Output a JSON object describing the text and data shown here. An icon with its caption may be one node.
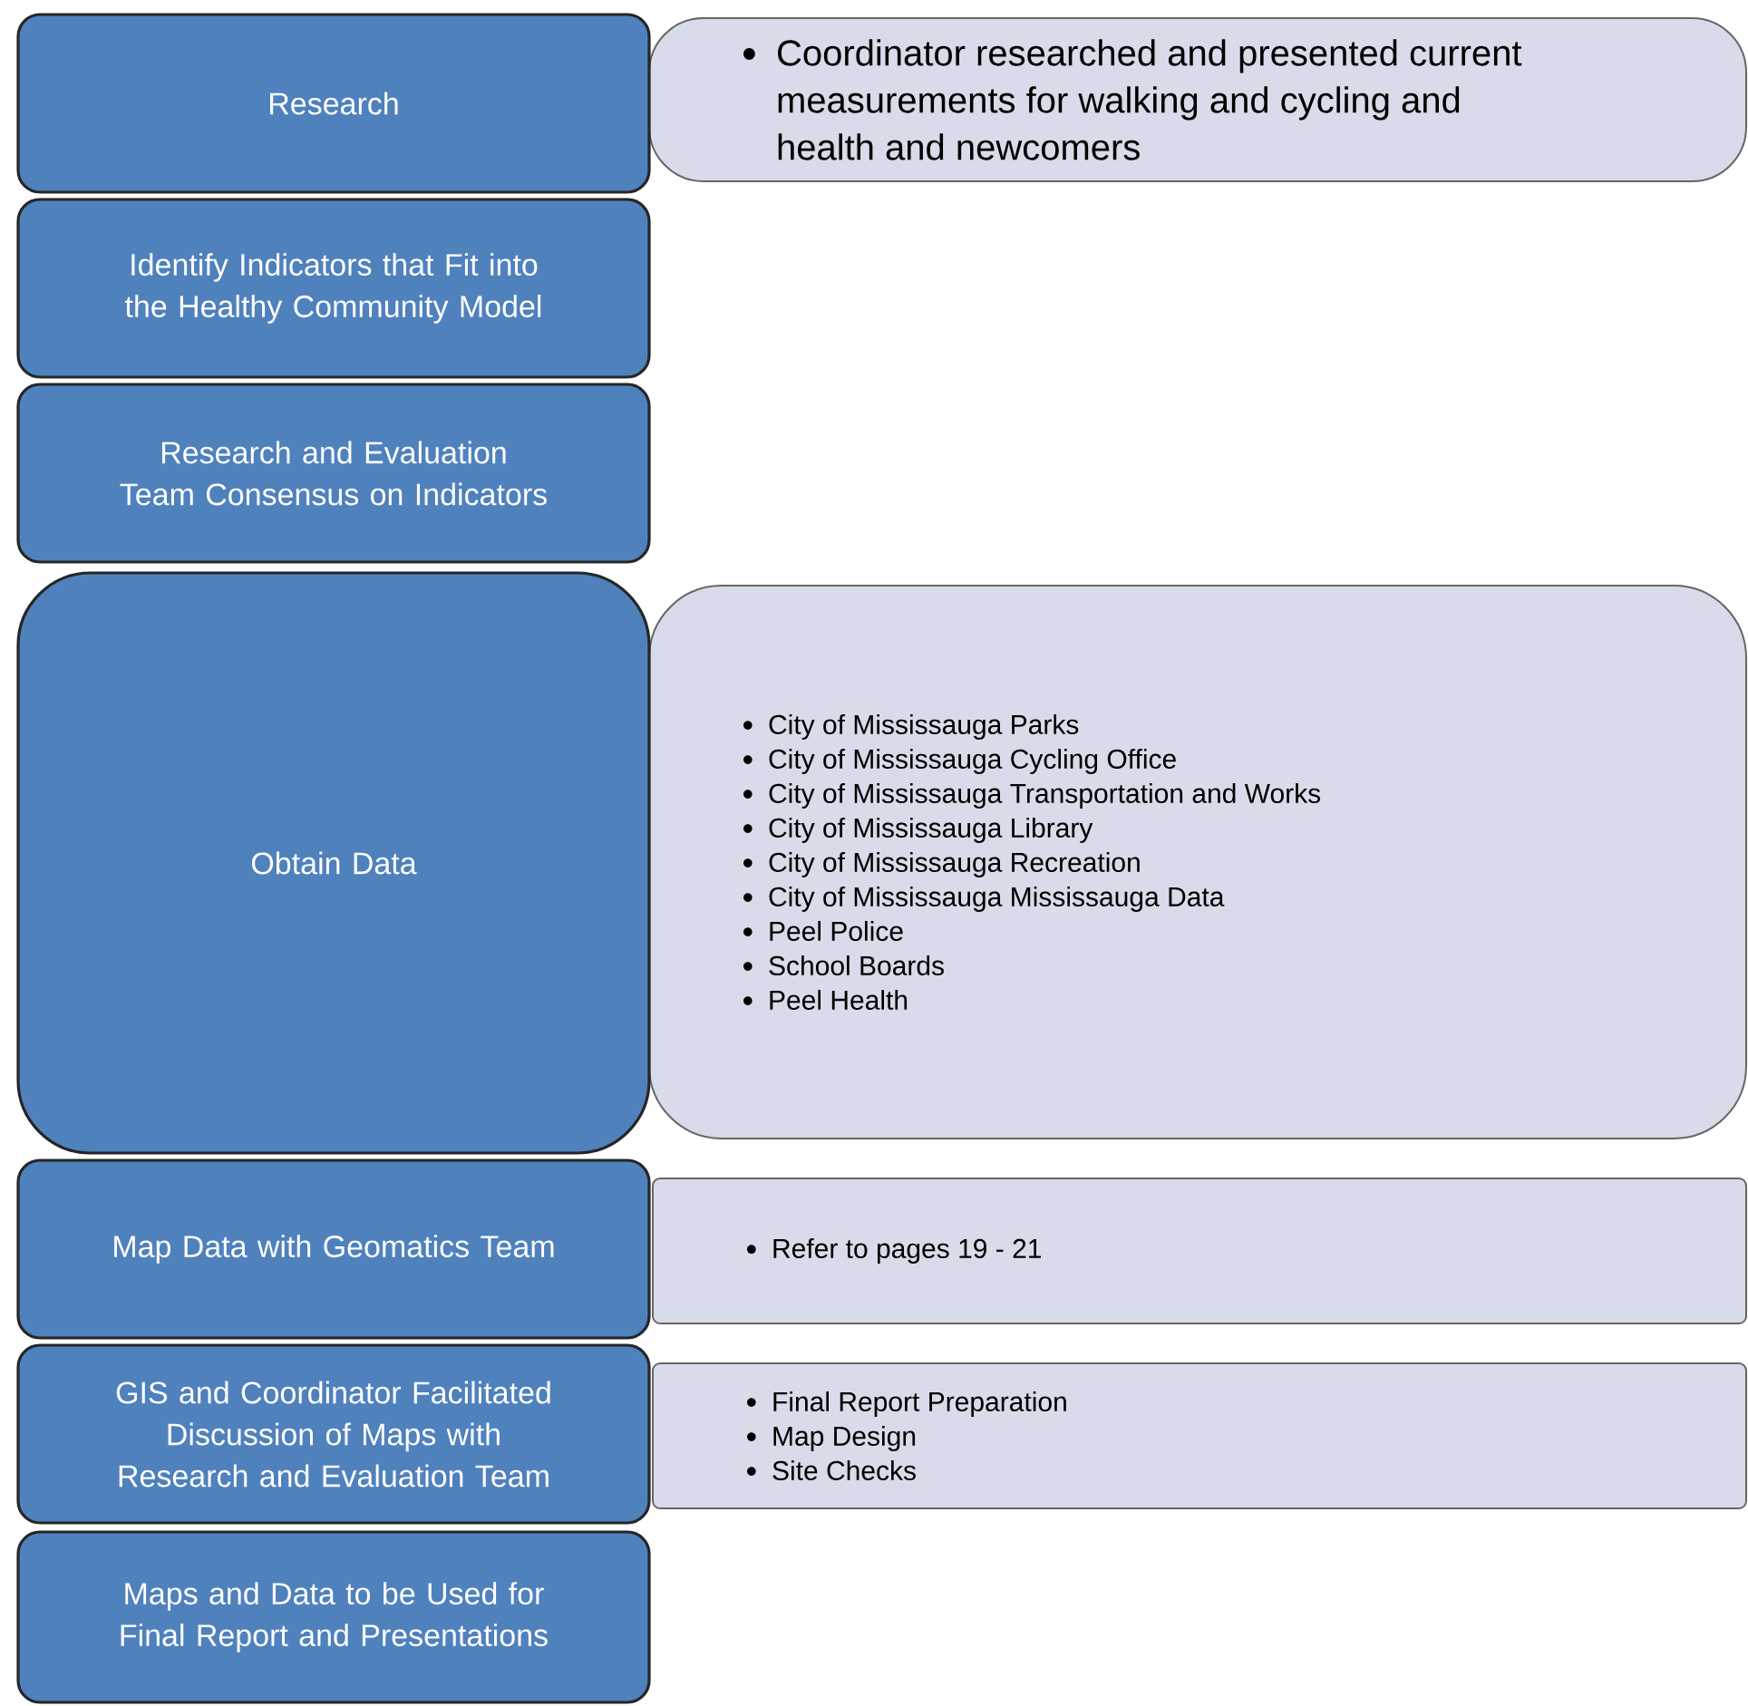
{
  "diagram": {
    "nodes": [
      {
        "text": [
          "Research"
        ]
      },
      {
        "text": [
          "Coordinator researched  and presented current measurements for walking and cycling and health and newcomers"
        ]
      },
      {
        "text": [
          "Identify Indicators that Fit into the Healthy Community Model"
        ]
      },
      {
        "text": [
          "Research and Evaluation Team Consensus on Indicators"
        ]
      },
      {
        "text": [
          "Obtain Data"
        ]
      },
      {
        "text": [
          "City of Mississauga Parks",
          "City of Mississauga Cycling Office",
          "City of Mississauga Transportation and Works",
          "City of Mississauga Library",
          "City of Mississauga Recreation",
          "City of Mississauga Mississauga Data",
          "Peel Police",
          "School Boards",
          "Peel Health"
        ]
      },
      {
        "text": [
          "Map Data with Geomatics Team"
        ]
      },
      {
        "text": [
          "Refer to pages 19 - 21"
        ]
      },
      {
        "text": [
          "GIS and Coordinator Facilitated Discussion of Maps with Research and Evaluation Team"
        ]
      },
      {
        "text": [
          "Final Report Preparation",
          "Map Design",
          "Site Checks"
        ]
      },
      {
        "text": [
          "Maps and Data to be Used for Final Report and Presentations"
        ]
      }
    ]
  }
}
